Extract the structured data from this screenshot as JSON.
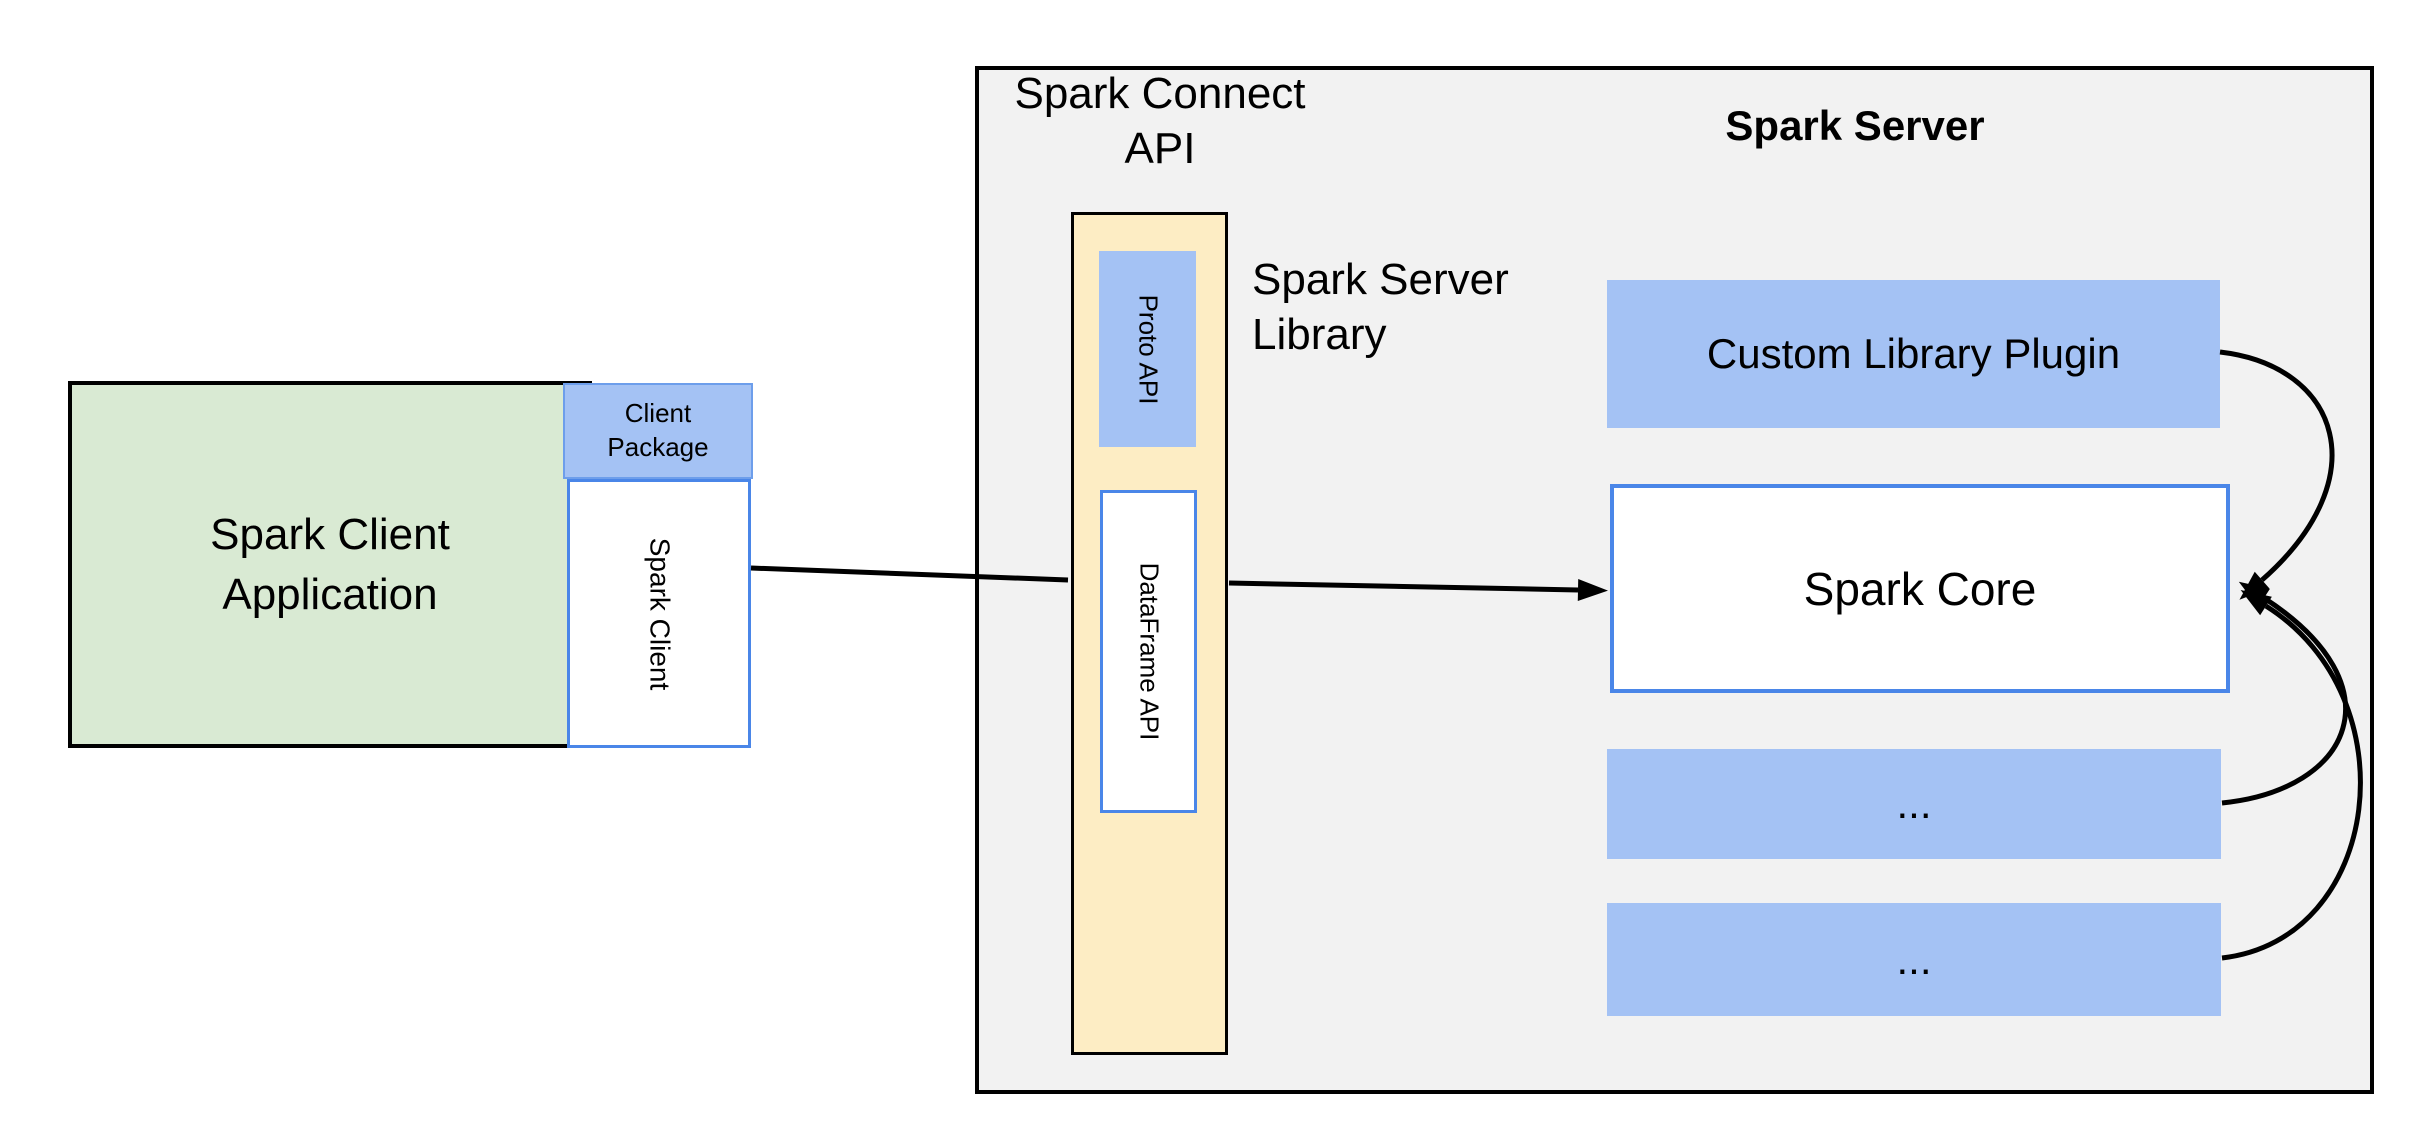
{
  "colors": {
    "page-bg": "#ffffff",
    "gray-fill": "#f2f2f2",
    "green-fill": "#d9ead3",
    "blue-fill": "#a4c2f4",
    "blue-border": "#4a86e8",
    "blue-soft-border": "#6d9eeb",
    "cream-fill": "#fdedc4",
    "arrow-color": "#000000"
  },
  "client": {
    "application_label": "Spark Client Application",
    "package_label": "Client Package",
    "spark_client_label": "Spark Client"
  },
  "connect_api": {
    "group_title": "Spark Connect API",
    "proto_api_label": "Proto API",
    "dataframe_api_label": "DataFrame API",
    "server_library_label": "Spark Server Library"
  },
  "spark_server": {
    "group_title": "Spark Server",
    "custom_plugin_label": "Custom Library Plugin",
    "spark_core_label": "Spark Core",
    "ellipsis_plugin_1": "...",
    "ellipsis_plugin_2": "..."
  }
}
